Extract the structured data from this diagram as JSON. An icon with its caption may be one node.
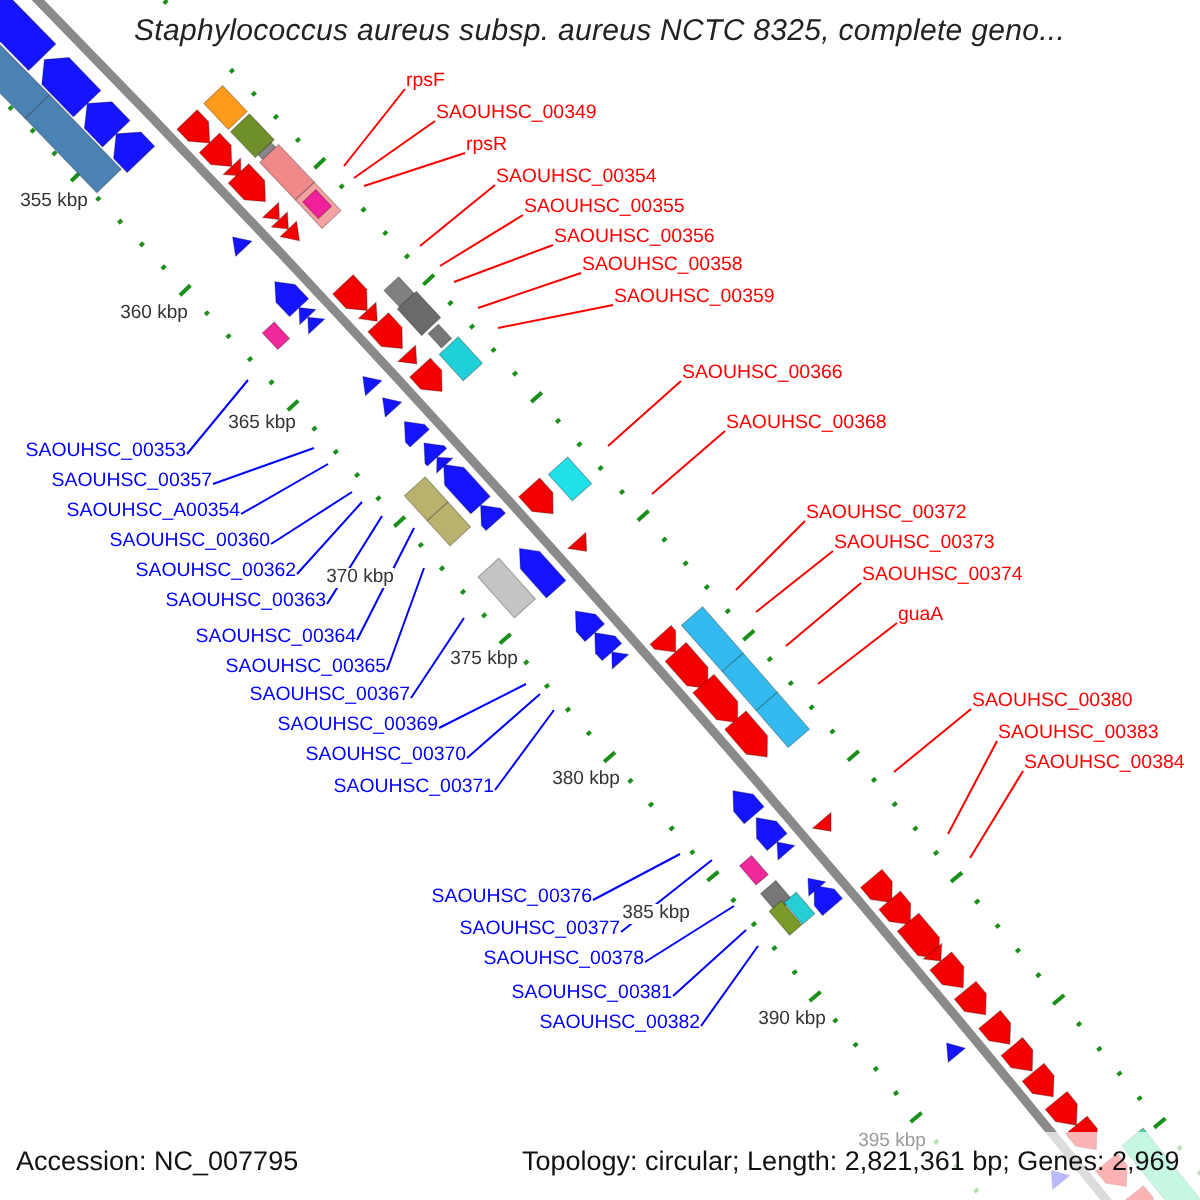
{
  "diagram": {
    "title": "Staphylococcus aureus subsp. aureus NCTC 8325, complete geno...",
    "nodes": [
      {
        "text": [
          "rpsF"
        ]
      },
      {
        "text": [
          "SAOUHSC_00349"
        ]
      },
      {
        "text": [
          "rpsR"
        ]
      },
      {
        "text": [
          "SAOUHSC_00354"
        ]
      },
      {
        "text": [
          "SAOUHSC_00355"
        ]
      },
      {
        "text": [
          "SAOUHSC_00356"
        ]
      },
      {
        "text": [
          "SAOUHSC_00358"
        ]
      },
      {
        "text": [
          "SAOUHSC_00359"
        ]
      },
      {
        "text": [
          "SAOUHSC_00366"
        ]
      },
      {
        "text": [
          "SAOUHSC_00368"
        ]
      },
      {
        "text": [
          "SAOUHSC_00372"
        ]
      },
      {
        "text": [
          "SAOUHSC_00373"
        ]
      },
      {
        "text": [
          "SAOUHSC_00374"
        ]
      },
      {
        "text": [
          "guaA"
        ]
      },
      {
        "text": [
          "SAOUHSC_00380"
        ]
      },
      {
        "text": [
          "SAOUHSC_00383"
        ]
      },
      {
        "text": [
          "SAOUHSC_00384"
        ]
      },
      {
        "text": [
          "SAOUHSC_00353"
        ]
      },
      {
        "text": [
          "SAOUHSC_00357"
        ]
      },
      {
        "text": [
          "SAOUHSC_A00354"
        ]
      },
      {
        "text": [
          "SAOUHSC_00360"
        ]
      },
      {
        "text": [
          "SAOUHSC_00362"
        ]
      },
      {
        "text": [
          "SAOUHSC_00363"
        ]
      },
      {
        "text": [
          "SAOUHSC_00364"
        ]
      },
      {
        "text": [
          "SAOUHSC_00365"
        ]
      },
      {
        "text": [
          "SAOUHSC_00367"
        ]
      },
      {
        "text": [
          "SAOUHSC_00369"
        ]
      },
      {
        "text": [
          "SAOUHSC_00370"
        ]
      },
      {
        "text": [
          "SAOUHSC_00371"
        ]
      },
      {
        "text": [
          "SAOUHSC_00376"
        ]
      },
      {
        "text": [
          "SAOUHSC_00377"
        ]
      },
      {
        "text": [
          "SAOUHSC_00378"
        ]
      },
      {
        "text": [
          "SAOUHSC_00381"
        ]
      },
      {
        "text": [
          "SAOUHSC_00382"
        ]
      }
    ],
    "edges": [
      {
        "from": 0,
        "to": null,
        "arrow": "none"
      },
      {
        "from": 1,
        "to": null,
        "arrow": "none"
      },
      {
        "from": 2,
        "to": null,
        "arrow": "none"
      },
      {
        "from": 3,
        "to": null,
        "arrow": "none"
      },
      {
        "from": 4,
        "to": null,
        "arrow": "none"
      },
      {
        "from": 5,
        "to": null,
        "arrow": "none"
      },
      {
        "from": 6,
        "to": null,
        "arrow": "none"
      },
      {
        "from": 7,
        "to": null,
        "arrow": "none"
      },
      {
        "from": 8,
        "to": null,
        "arrow": "none"
      },
      {
        "from": 9,
        "to": null,
        "arrow": "none"
      },
      {
        "from": 10,
        "to": null,
        "arrow": "none"
      },
      {
        "from": 11,
        "to": null,
        "arrow": "none"
      },
      {
        "from": 12,
        "to": null,
        "arrow": "none"
      },
      {
        "from": 13,
        "to": null,
        "arrow": "none"
      },
      {
        "from": 14,
        "to": null,
        "arrow": "none"
      },
      {
        "from": 15,
        "to": null,
        "arrow": "none"
      },
      {
        "from": 16,
        "to": null,
        "arrow": "none"
      },
      {
        "from": 17,
        "to": null,
        "arrow": "none",
        "color": "#0000ff"
      },
      {
        "from": 18,
        "to": null,
        "arrow": "none",
        "color": "#0000ff"
      },
      {
        "from": 19,
        "to": null,
        "arrow": "none",
        "color": "#0000ff"
      },
      {
        "from": 20,
        "to": null,
        "arrow": "none",
        "color": "#0000ff"
      },
      {
        "from": 21,
        "to": null,
        "arrow": "none",
        "color": "#0000ff"
      },
      {
        "from": 22,
        "to": null,
        "arrow": "none",
        "color": "#0000ff"
      },
      {
        "from": 23,
        "to": null,
        "arrow": "none",
        "color": "#0000ff"
      },
      {
        "from": 24,
        "to": null,
        "arrow": "none",
        "color": "#0000ff"
      },
      {
        "from": 25,
        "to": null,
        "arrow": "none",
        "color": "#0000ff"
      },
      {
        "from": 26,
        "to": null,
        "arrow": "none",
        "color": "#0000ff"
      },
      {
        "from": 27,
        "to": null,
        "arrow": "none",
        "color": "#0000ff"
      },
      {
        "from": 28,
        "to": null,
        "arrow": "none",
        "color": "#0000ff"
      },
      {
        "from": 29,
        "to": null,
        "arrow": "none",
        "color": "#0000ff"
      },
      {
        "from": 30,
        "to": null,
        "arrow": "none",
        "color": "#0000ff"
      },
      {
        "from": 31,
        "to": null,
        "arrow": "none",
        "color": "#0000ff"
      },
      {
        "from": 32,
        "to": null,
        "arrow": "none",
        "color": "#0000ff"
      },
      {
        "from": 33,
        "to": null,
        "arrow": "none",
        "color": "#0000ff"
      }
    ],
    "labels": [
      "355 kbp",
      "360 kbp",
      "365 kbp",
      "370 kbp",
      "375 kbp",
      "380 kbp",
      "385 kbp",
      "390 kbp",
      "395 kbp",
      "Accession: NC_007795",
      "Topology: circular; Length: 2,821,361 bp; Genes: 2,969"
    ]
  }
}
